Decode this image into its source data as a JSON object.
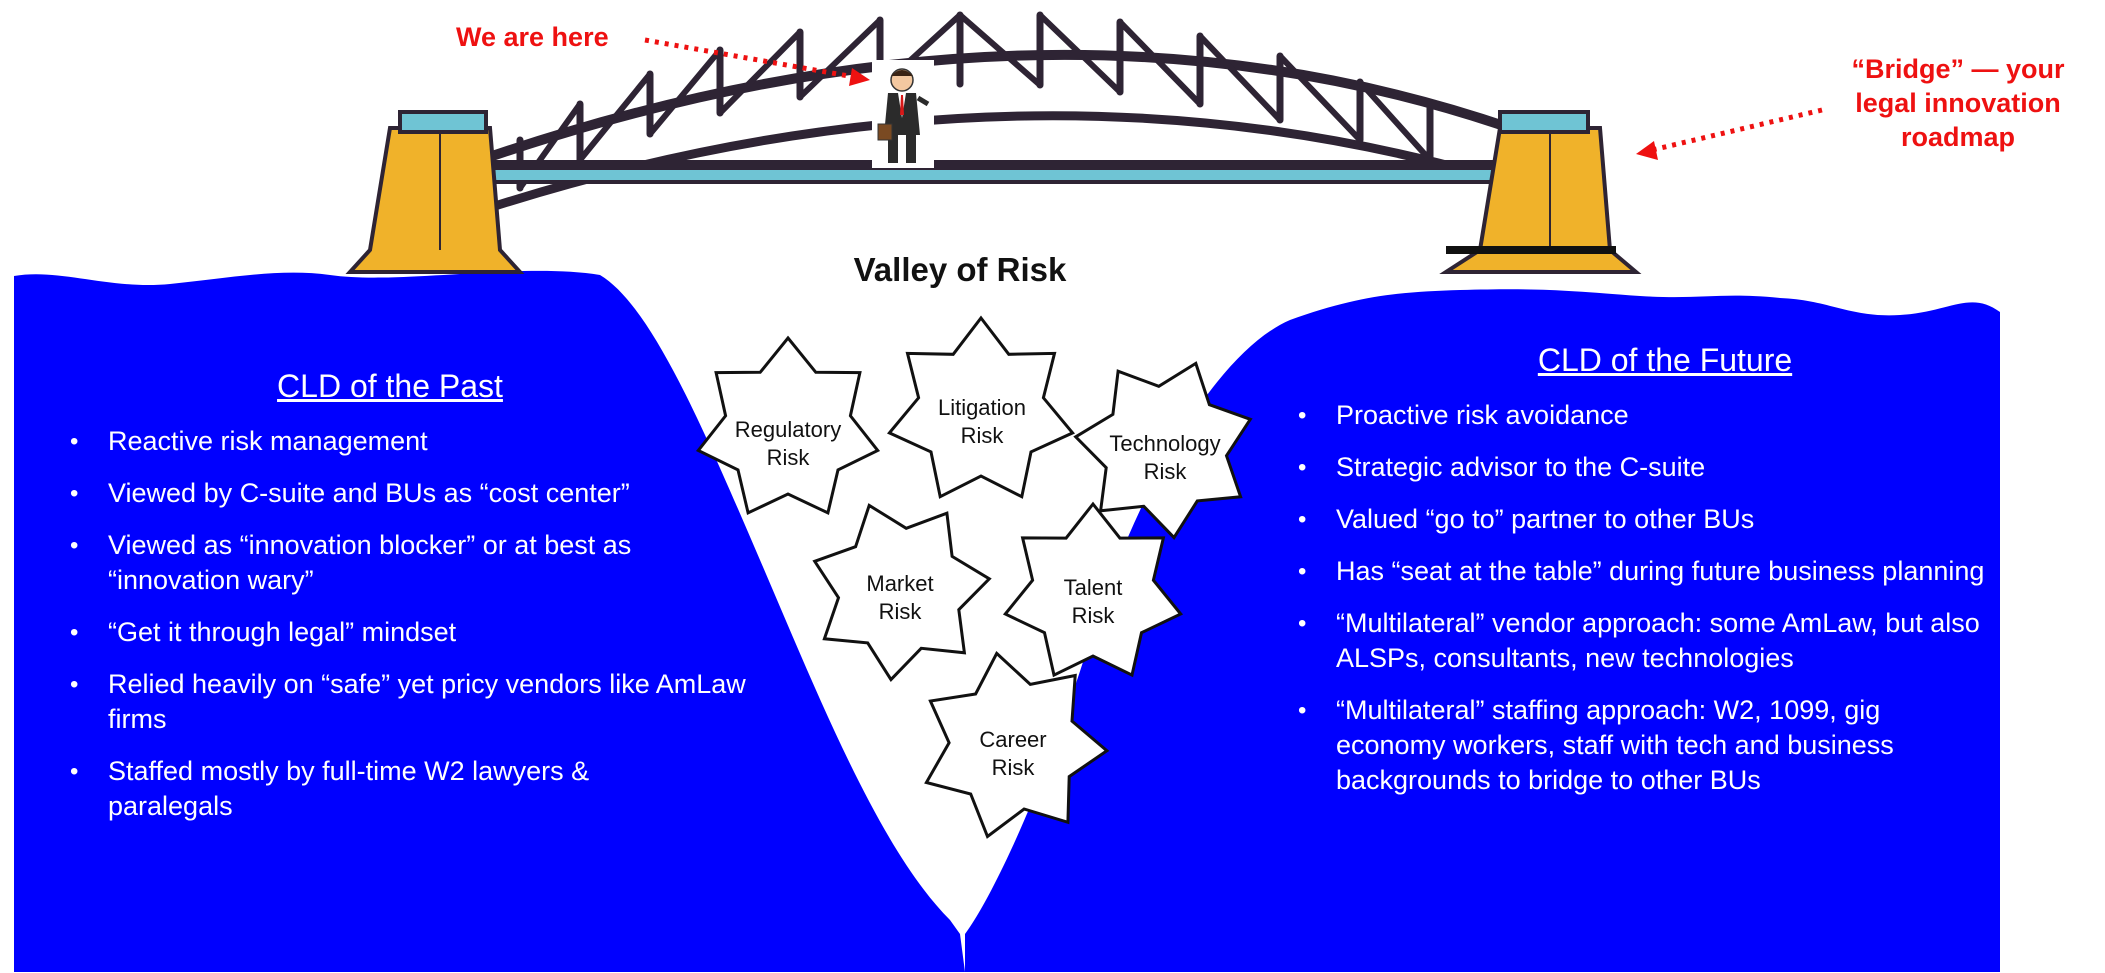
{
  "callouts": {
    "we_are_here": "We are here",
    "bridge_line1": "“Bridge” — your",
    "bridge_line2": "legal innovation",
    "bridge_line3": "roadmap"
  },
  "valley_title": "Valley of Risk",
  "past": {
    "heading": "CLD of the Past",
    "items": [
      "Reactive risk management",
      "Viewed by C-suite and BUs as “cost center”",
      "Viewed as “innovation blocker” or at best as “innovation wary”",
      "“Get it through legal” mindset",
      "Relied heavily on “safe” yet pricy vendors like AmLaw firms",
      "Staffed mostly by full-time W2 lawyers & paralegals"
    ]
  },
  "future": {
    "heading": "CLD of the Future",
    "items": [
      "Proactive risk avoidance",
      "Strategic advisor to the C-suite",
      "Valued “go to” partner to other BUs",
      "Has “seat at the table” during future business planning",
      "“Multilateral” vendor approach:  some AmLaw, but also ALSPs, consultants, new technologies",
      "“Multilateral” staffing approach:  W2, 1099, gig economy workers, staff with tech and business backgrounds to bridge to other BUs"
    ]
  },
  "risks": [
    {
      "line1": "Regulatory",
      "line2": "Risk"
    },
    {
      "line1": "Litigation",
      "line2": "Risk"
    },
    {
      "line1": "Technology",
      "line2": "Risk"
    },
    {
      "line1": "Market",
      "line2": "Risk"
    },
    {
      "line1": "Talent",
      "line2": "Risk"
    },
    {
      "line1": "Career",
      "line2": "Risk"
    }
  ],
  "bullet_glyph": "•",
  "colors": {
    "water": "#0000ff",
    "tower": "#f0b22a",
    "bridge_frame": "#2e2434",
    "deck": "#6fc4d4",
    "callout": "#ee1111"
  },
  "icons": {
    "person": "businessman-icon"
  }
}
